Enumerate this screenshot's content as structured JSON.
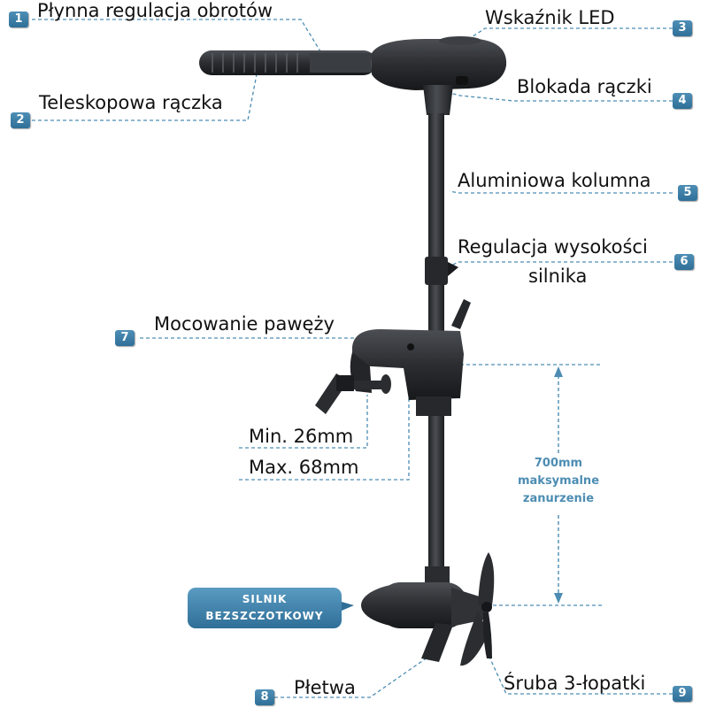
{
  "labels": {
    "l1": "Płynna regulacja obrotów",
    "l2": "Teleskopowa rączka",
    "l3": "Wskaźnik LED",
    "l4": "Blokada rączki",
    "l5": "Aluminiowa kolumna",
    "l6a": "Regulacja wysokości",
    "l6b": "silnika",
    "l7": "Mocowanie pawęży",
    "min": "Min. 26mm",
    "max": "Max. 68mm",
    "l8": "Płetwa",
    "l9": "Śruba 3-łopatki"
  },
  "badges": {
    "b1": "1",
    "b2": "2",
    "b3": "3",
    "b4": "4",
    "b5": "5",
    "b6": "6",
    "b7": "7",
    "b8": "8",
    "b9": "9"
  },
  "depth": {
    "line1": "700mm",
    "line2": "maksymalne",
    "line3": "zanurzenie"
  },
  "motor_badge": {
    "line1": "SILNIK",
    "line2": "BEZSZCZOTKOWY"
  },
  "colors": {
    "accent": "#4d8db3",
    "badge": "#3a7aa4",
    "device": "#2a2c2f"
  }
}
